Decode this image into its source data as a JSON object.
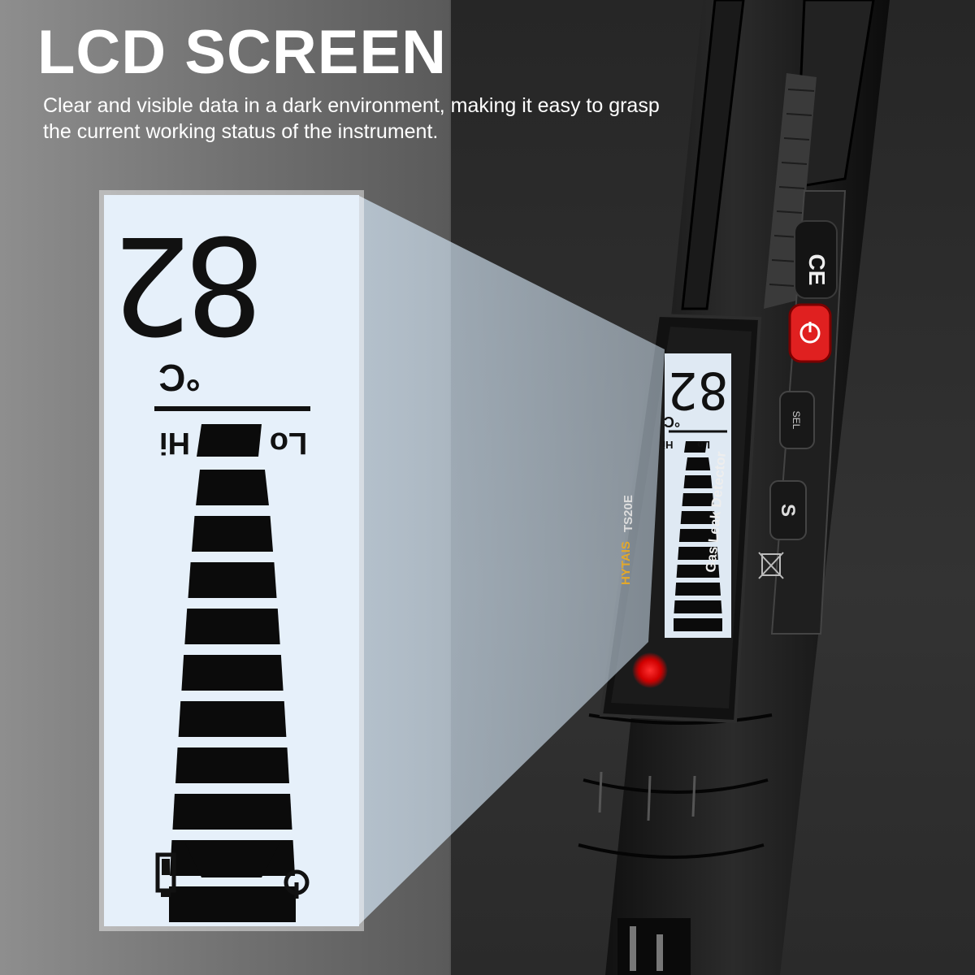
{
  "header": {
    "title": "LCD SCREEN",
    "subtitle": "Clear and visible data in a dark environment, making it easy to grasp the current working status of the instrument."
  },
  "lcd": {
    "reading": "82",
    "unit": "°C",
    "hi_label": "Hi",
    "lo_label": "Lo",
    "level_bars": 10,
    "level_bars_filled": 10,
    "backlight_color": "#e6f0fa"
  },
  "device": {
    "brand": "HYTAIS",
    "model": "TS20E",
    "product_name": "Gas Leak Detector",
    "ce_mark": "CE",
    "sel_button_label": "SEL",
    "s_button_label": "S",
    "power_button_color": "#e02020",
    "indicator_led_color": "#ff2020"
  }
}
